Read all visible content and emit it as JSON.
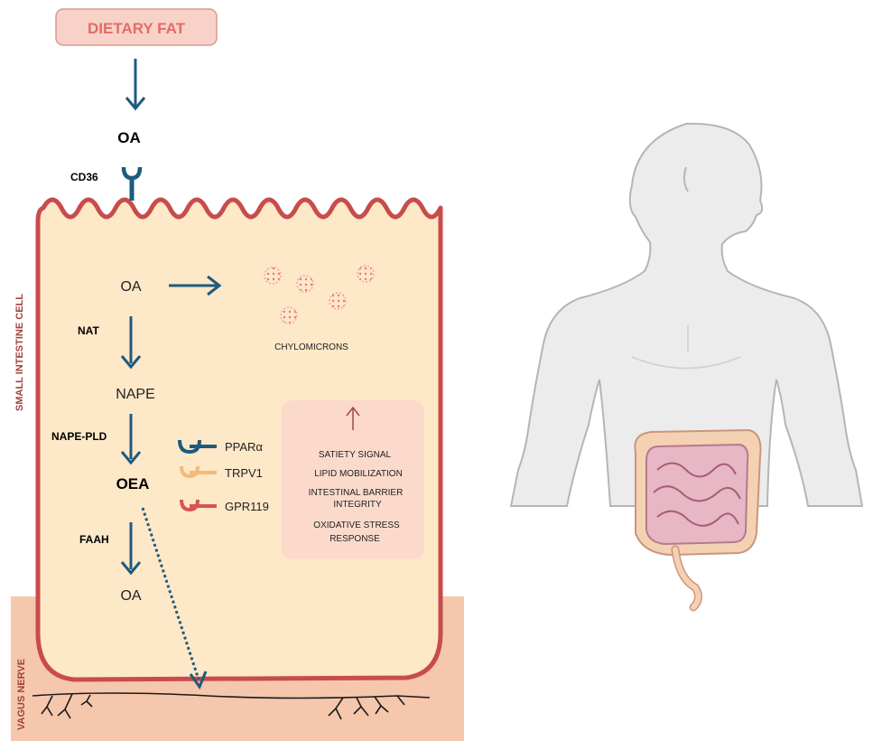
{
  "labels": {
    "dietary_fat": "DIETARY FAT",
    "oa_top": "OA",
    "cd36": "CD36",
    "small_intestine_cell": "SMALL INTESTINE CELL",
    "vagus_nerve": "VAGUS NERVE",
    "oa_cell": "OA",
    "chylomicrons": "CHYLOMICRONS",
    "nat": "NAT",
    "nape": "NAPE",
    "nape_pld": "NAPE-PLD",
    "oea": "OEA",
    "faah": "FAAH",
    "oa_bottom": "OA"
  },
  "receptors": [
    {
      "name": "PPARα",
      "color": "#1d5b7e"
    },
    {
      "name": "TRPV1",
      "color": "#f6b97a"
    },
    {
      "name": "GPR119",
      "color": "#d9534f"
    }
  ],
  "effects": [
    "SATIETY SIGNAL",
    "LIPID MOBILIZATION",
    "INTESTINAL BARRIER",
    "INTEGRITY",
    "OXIDATIVE STRESS",
    "RESPONSE"
  ],
  "colors": {
    "arrow": "#1d5b7e",
    "cell_fill": "#fde8c8",
    "cell_border": "#c84c4c",
    "vagus_fill": "#f5c7ad",
    "dietary_box": "#f8d2c8",
    "effects_box": "#fbdacc",
    "chylomicron": "#f1a3b4"
  },
  "icons": [
    "up-arrow-icon",
    "human-body-icon",
    "intestine-icon"
  ]
}
